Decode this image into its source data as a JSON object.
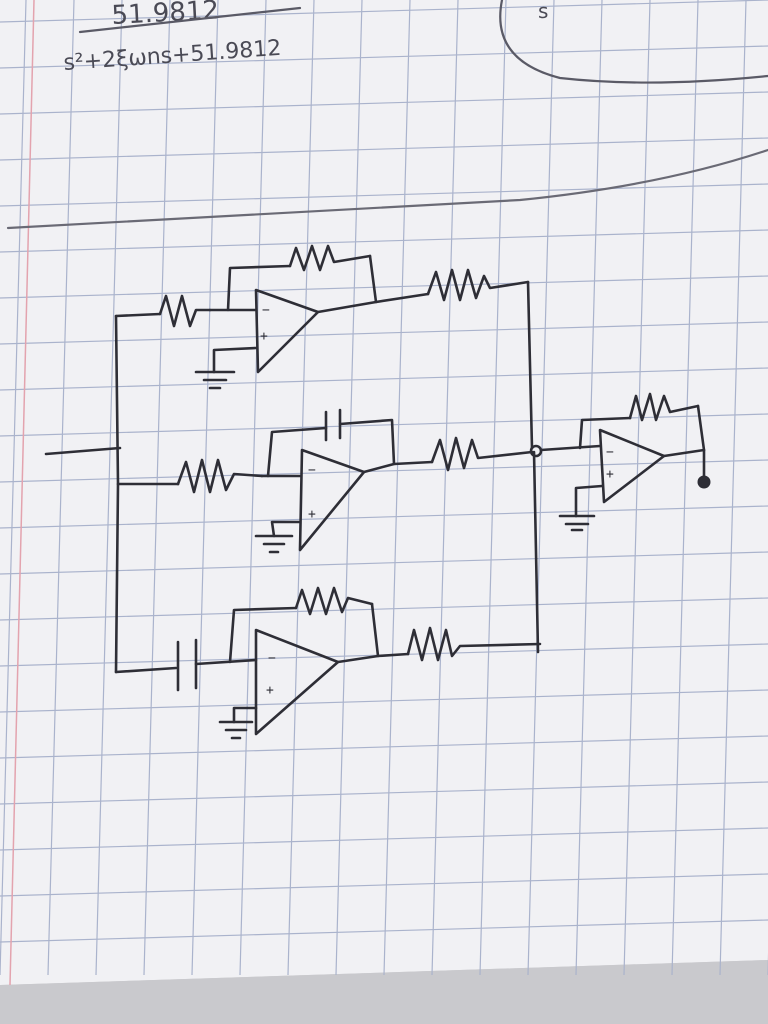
{
  "notebook": {
    "paper_color": "#f1f1f4",
    "grid_color": "#aab3cc",
    "ink_color": "#2e2e36",
    "margin_color": "#e3a3ae"
  },
  "notes": {
    "numerator": "51.9812",
    "denominator": "s²+2ξωns+51.9812",
    "corner_fragment": "s"
  },
  "opamps": [
    {
      "id": "proportional",
      "inverting_sign": "−",
      "noninverting_sign": "+"
    },
    {
      "id": "derivative",
      "inverting_sign": "−",
      "noninverting_sign": "+"
    },
    {
      "id": "integral",
      "inverting_sign": "−",
      "noninverting_sign": "+"
    },
    {
      "id": "summing",
      "inverting_sign": "−",
      "noninverting_sign": "+"
    }
  ]
}
